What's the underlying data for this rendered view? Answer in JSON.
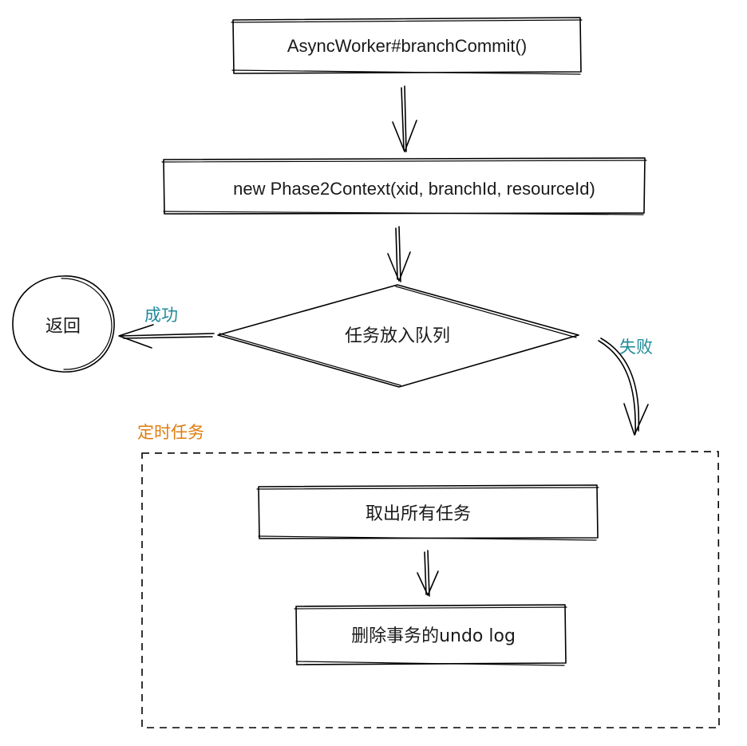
{
  "nodes": {
    "branch_commit": "AsyncWorker#branchCommit()",
    "new_context": "new Phase2Context(xid, branchId, resourceId)",
    "enqueue": "任务放入队列",
    "return": "返回",
    "take_all": "取出所有任务",
    "delete_undo": "删除事务的undo log"
  },
  "edges": {
    "success": "成功",
    "fail": "失败"
  },
  "group": {
    "label": "定时任务"
  },
  "colors": {
    "stroke": "#000000",
    "edge_label": "#1f8a9a",
    "group_label": "#e07d10"
  }
}
